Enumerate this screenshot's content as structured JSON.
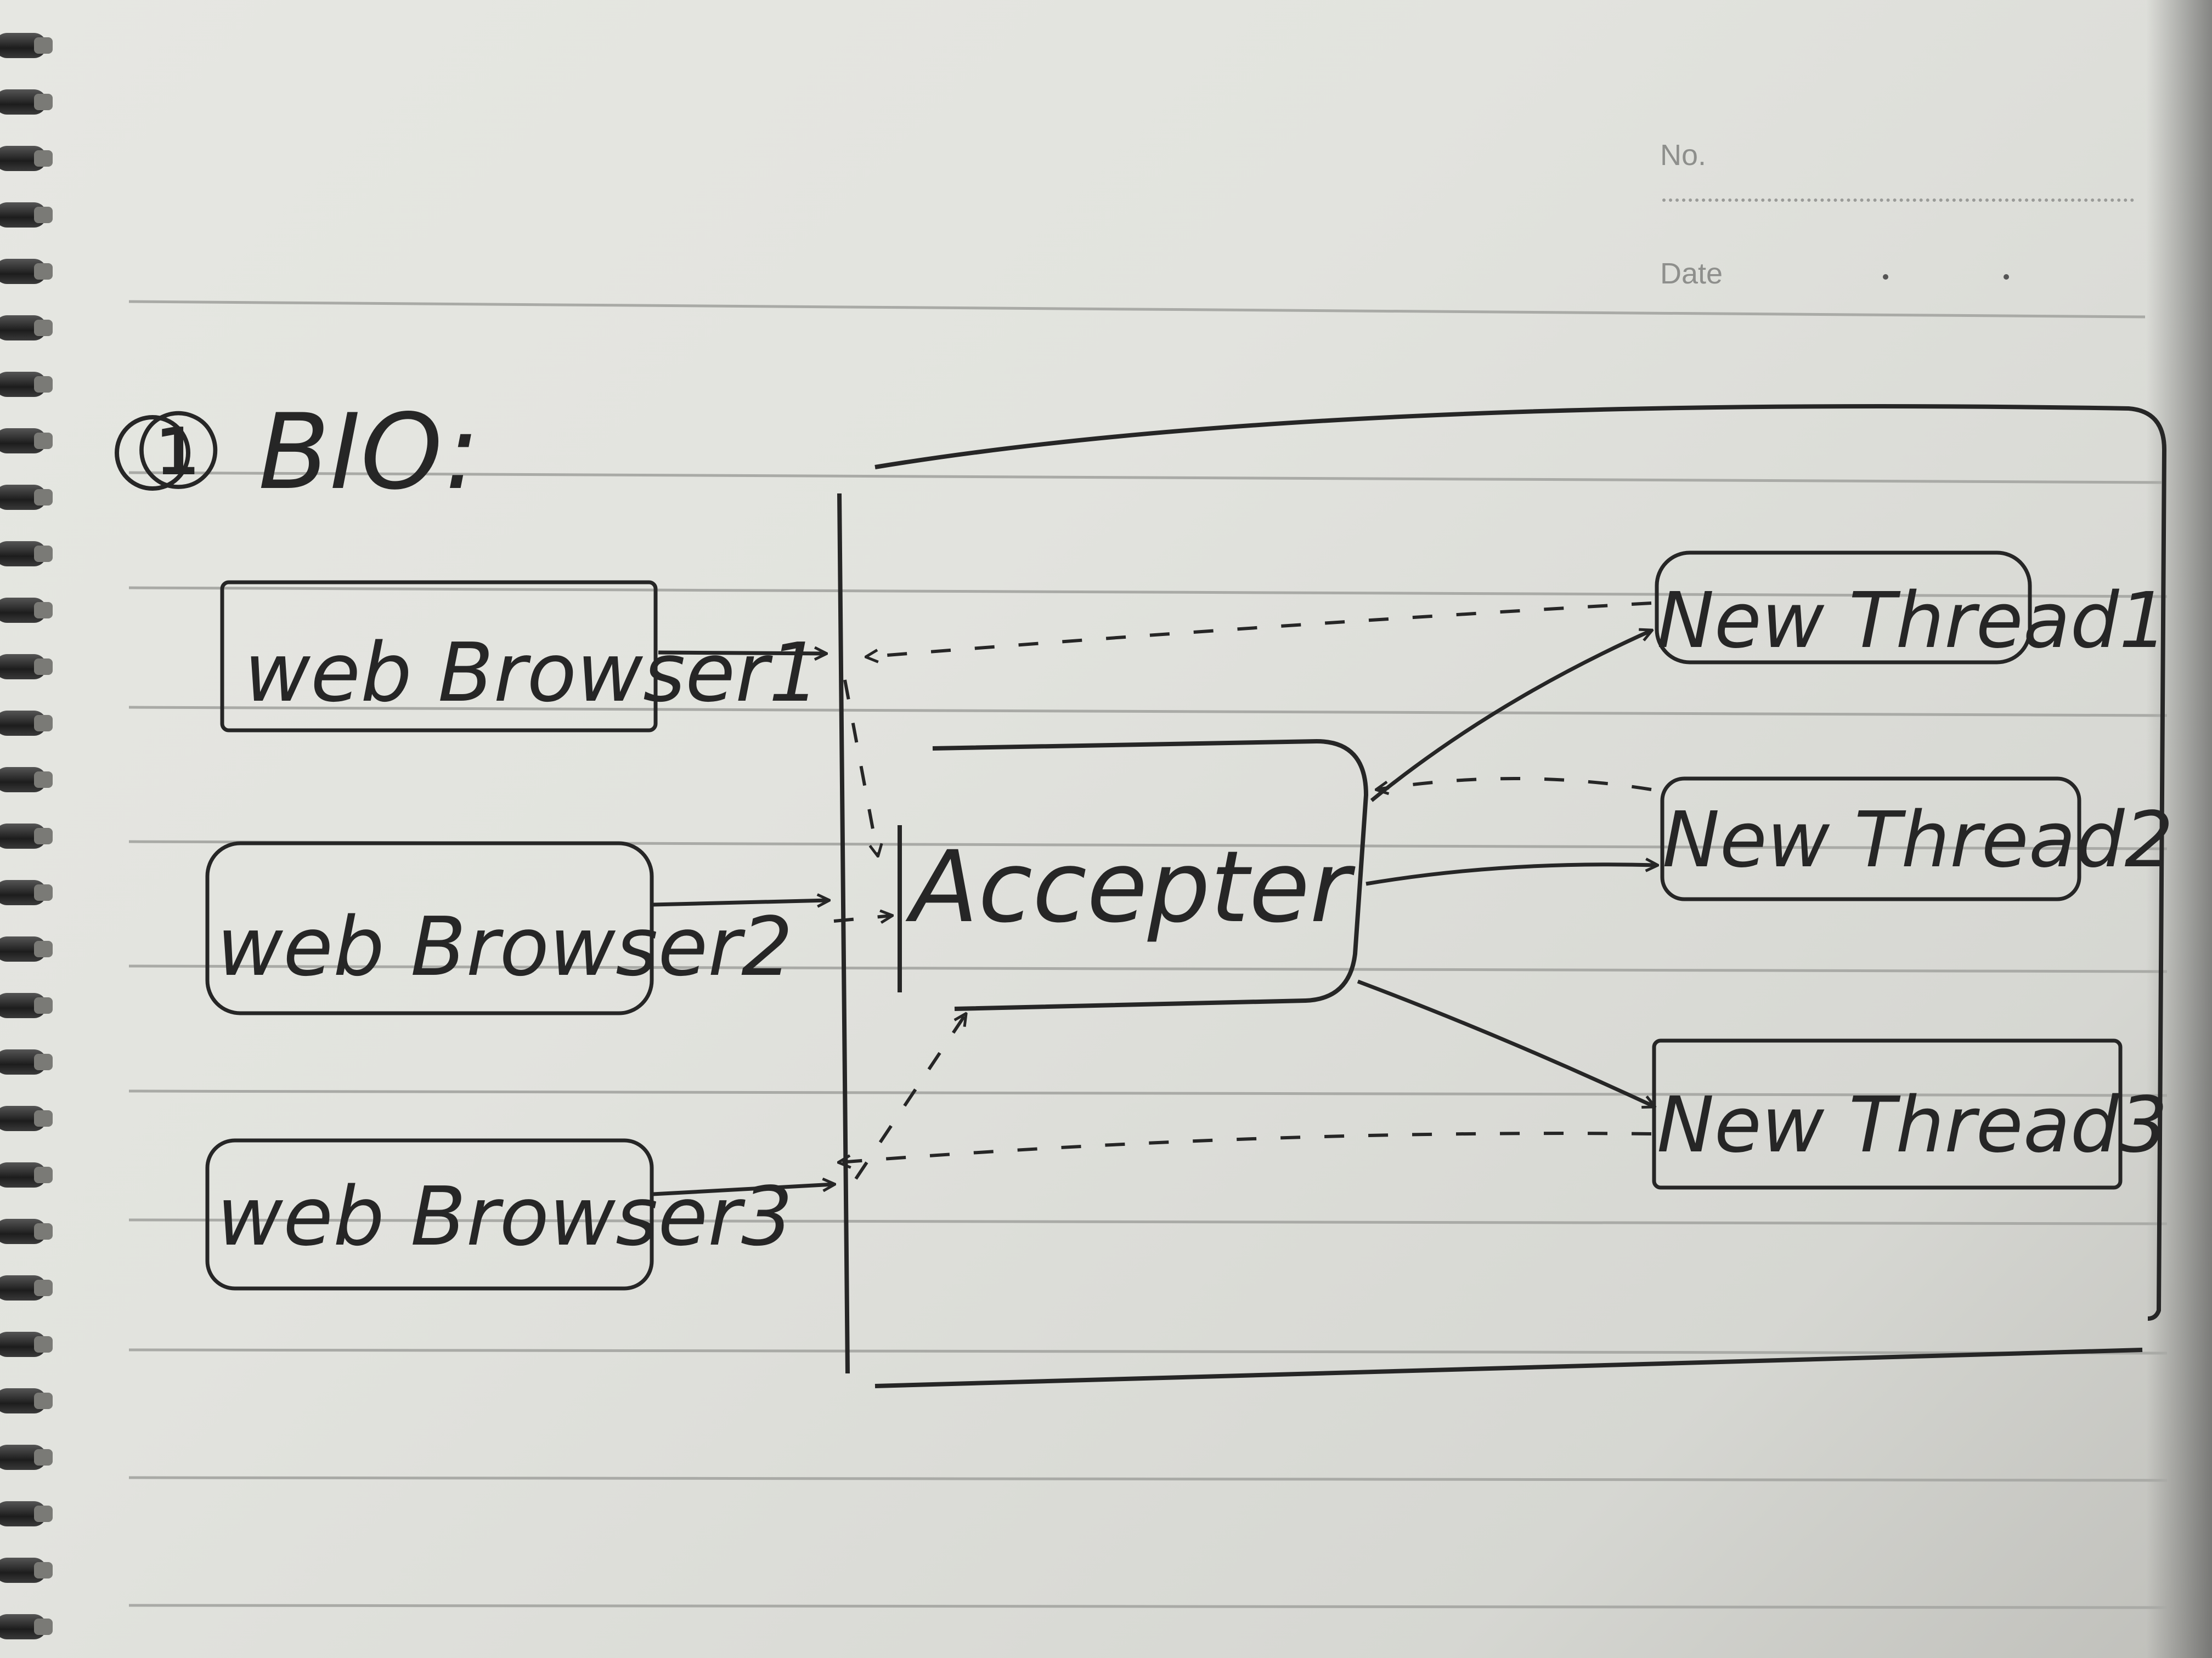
{
  "header": {
    "no_label": "No.",
    "date_label": "Date"
  },
  "title": "① BIO:",
  "browsers": [
    {
      "label": "web Browser1"
    },
    {
      "label": "web Browser2"
    },
    {
      "label": "web Browser3"
    }
  ],
  "acceptor": {
    "label": "Accepter"
  },
  "threads": [
    {
      "label": "New Thread1"
    },
    {
      "label": "New Thread2"
    },
    {
      "label": "New Thread3"
    }
  ],
  "colors": {
    "paper": "#e4e5e0",
    "ink": "#262626",
    "rule_line": "#a9aaa6"
  }
}
